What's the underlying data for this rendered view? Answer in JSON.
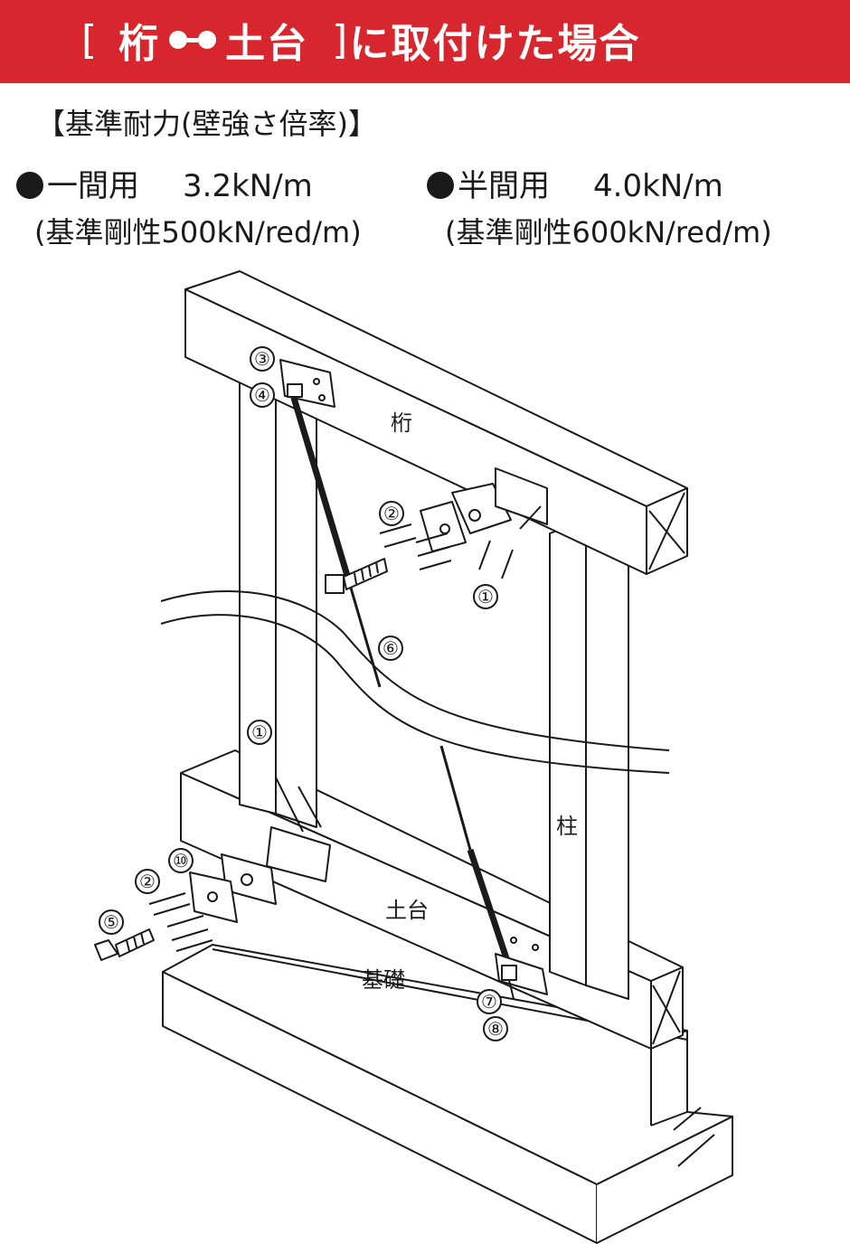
{
  "header": {
    "bracket_open": "[",
    "member_top": "桁",
    "member_bottom": "土台",
    "bracket_close": "]",
    "suffix": "に取付けた場合"
  },
  "subtitle": "【基準耐力(壁強さ倍率)】",
  "specs": [
    {
      "name": "一間用",
      "strength": "3.2kN/m",
      "stiffness": "(基準剛性500kN/red/m)"
    },
    {
      "name": "半間用",
      "strength": "4.0kN/m",
      "stiffness": "(基準剛性600kN/red/m)"
    }
  ],
  "diagram": {
    "labels": {
      "beam": "桁",
      "post": "柱",
      "sill": "土台",
      "foundation": "基礎"
    },
    "callouts": [
      "①",
      "②",
      "③",
      "④",
      "⑤",
      "⑥",
      "①",
      "⑦",
      "⑧",
      "⑩",
      "②"
    ]
  }
}
